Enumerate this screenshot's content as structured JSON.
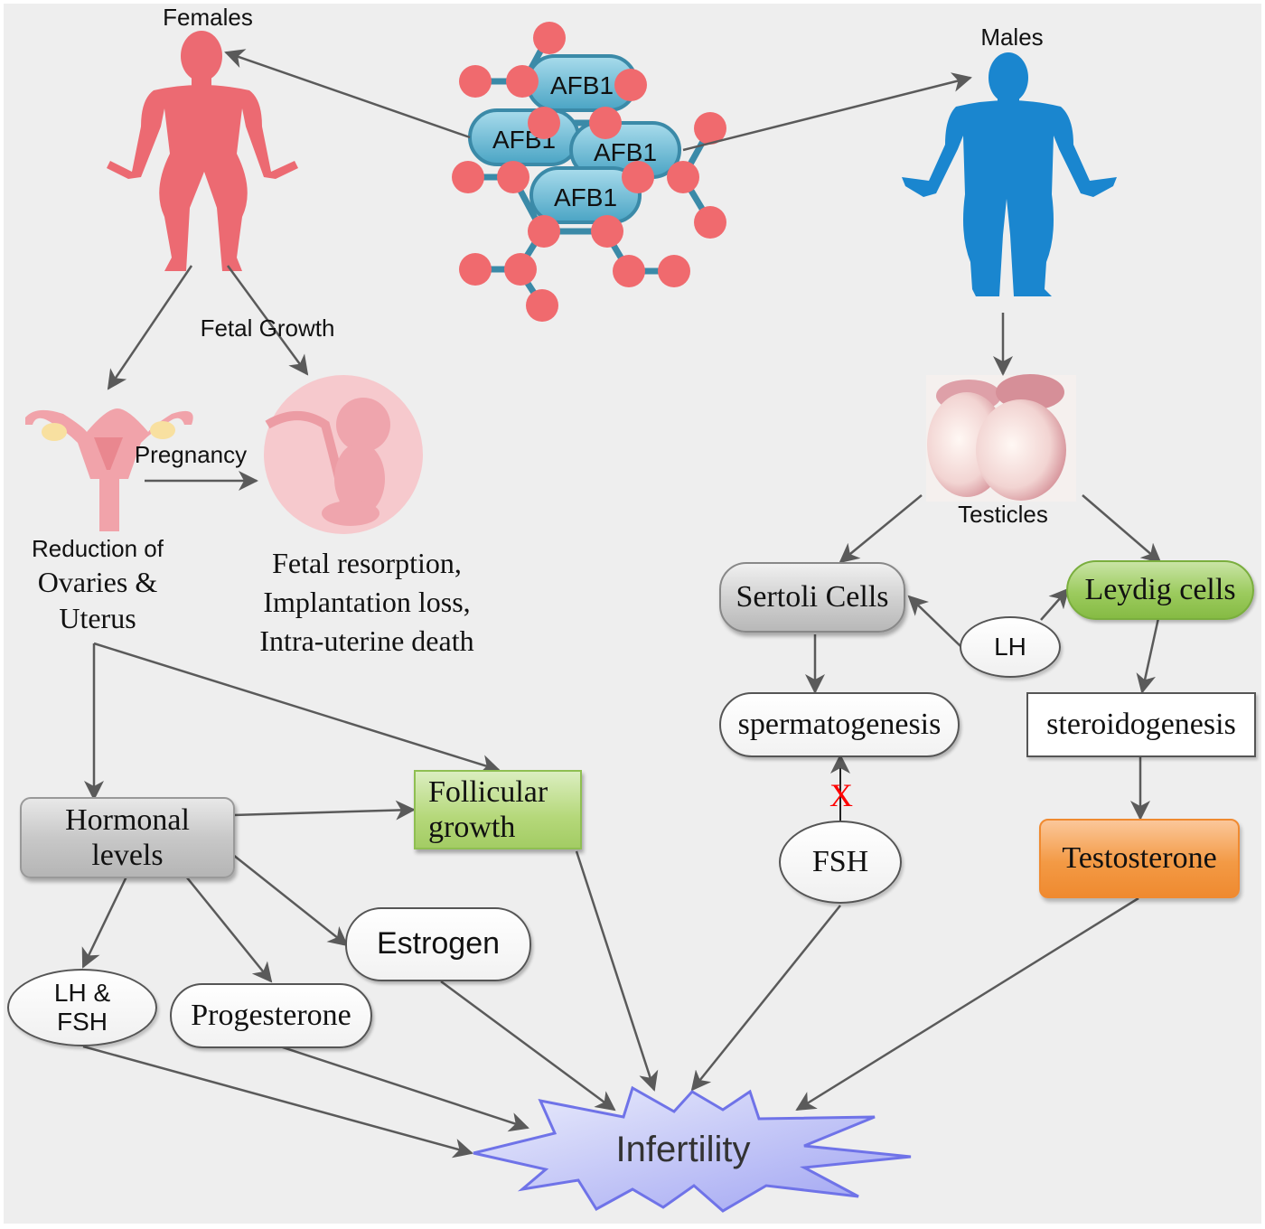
{
  "colors": {
    "background": "#eeeeee",
    "female": "#ec6a72",
    "male": "#1a86cf",
    "molecule_atom": "#f06a6e",
    "molecule_pill": "#6ab8d2",
    "arrow": "#5a5a5a",
    "leydig_green": "#8ec14a",
    "follicular_green": "#b5d87a",
    "testosterone_orange": "#f39a45",
    "hormonal_gray": "#bdbdbd",
    "infertility_fill": "#c7c8f7",
    "infertility_stroke": "#6f73e8",
    "block_x": "#ff0000"
  },
  "top": {
    "females_label": "Females",
    "males_label": "Males",
    "molecule_labels": [
      "AFB1",
      "AFB1",
      "AFB1",
      "AFB1"
    ]
  },
  "female_branch": {
    "fetal_growth_label": "Fetal Growth",
    "pregnancy_label": "Pregnancy",
    "ovaries_label_line1": "Reduction of",
    "ovaries_label_line2": "Ovaries &",
    "ovaries_label_line3": "Uterus",
    "fetal_outcomes": [
      "Fetal resorption,",
      "Implantation loss,",
      "Intra-uterine death"
    ],
    "hormonal_levels": [
      "Hormonal",
      "levels"
    ],
    "follicular_growth": [
      "Follicular",
      "growth"
    ],
    "lh_fsh": [
      "LH &",
      "FSH"
    ],
    "progesterone": "Progesterone",
    "estrogen": "Estrogen"
  },
  "male_branch": {
    "testicles_label": "Testicles",
    "sertoli": "Sertoli Cells",
    "leydig": "Leydig cells",
    "lh": "LH",
    "spermatogenesis": "spermatogenesis",
    "steroidogenesis": "steroidogenesis",
    "fsh": "FSH",
    "block_mark": "X",
    "testosterone": "Testosterone"
  },
  "outcome": {
    "infertility": "Infertility"
  }
}
